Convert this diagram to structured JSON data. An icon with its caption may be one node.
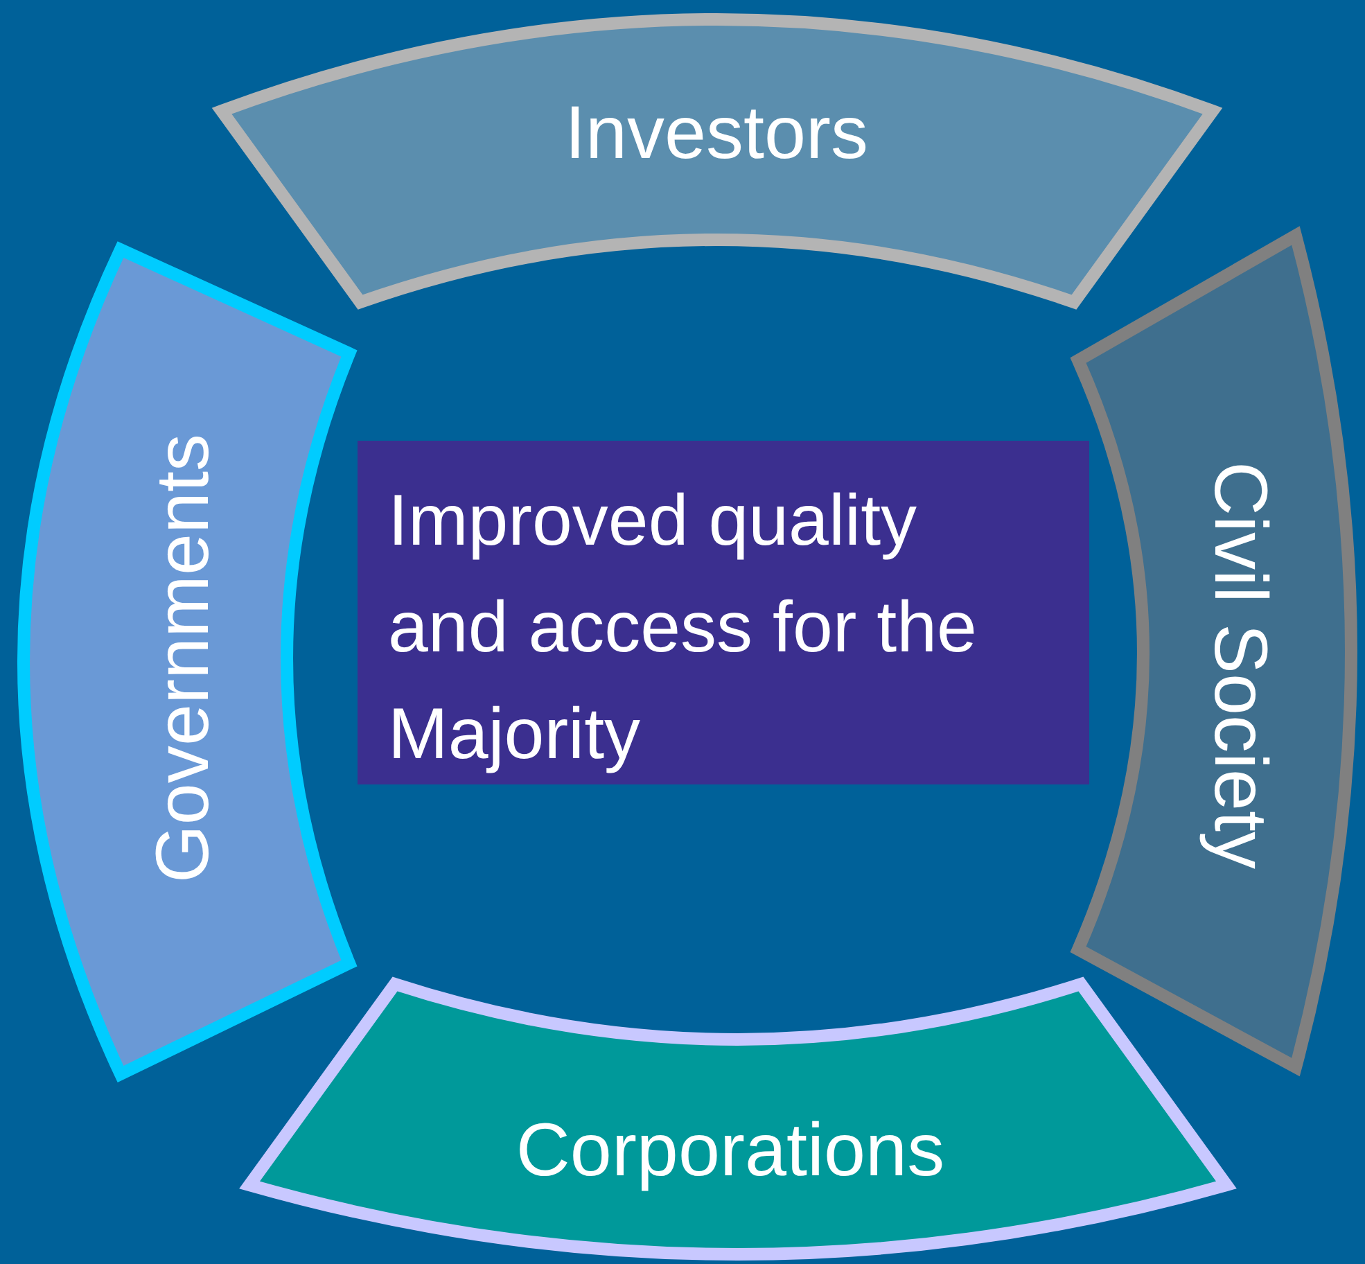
{
  "diagram": {
    "nodes": [
      {
        "text": [
          "Investors"
        ]
      },
      {
        "text": [
          "Governments"
        ]
      },
      {
        "text": [
          "Improved quality and access for the Majority"
        ]
      },
      {
        "text": [
          "Civil Society"
        ]
      },
      {
        "text": [
          "Corporations"
        ]
      }
    ]
  }
}
